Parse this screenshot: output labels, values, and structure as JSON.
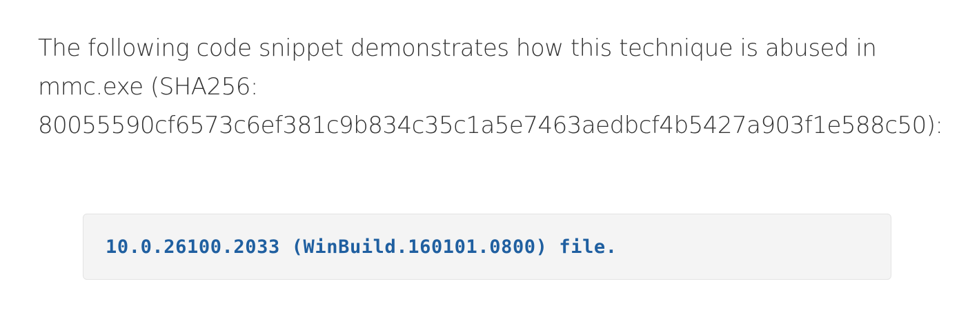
{
  "article": {
    "paragraph_lines": [
      "The following code snippet demonstrates how this technique is abused in",
      "mmc.exe (SHA256:",
      "80055590cf6573c6ef381c9b834c35c1a5e7463aedbcf4b5427a903f1e588c50):"
    ]
  },
  "code_block": {
    "line": "10.0.26100.2033 (WinBuild.160101.0800) file."
  }
}
